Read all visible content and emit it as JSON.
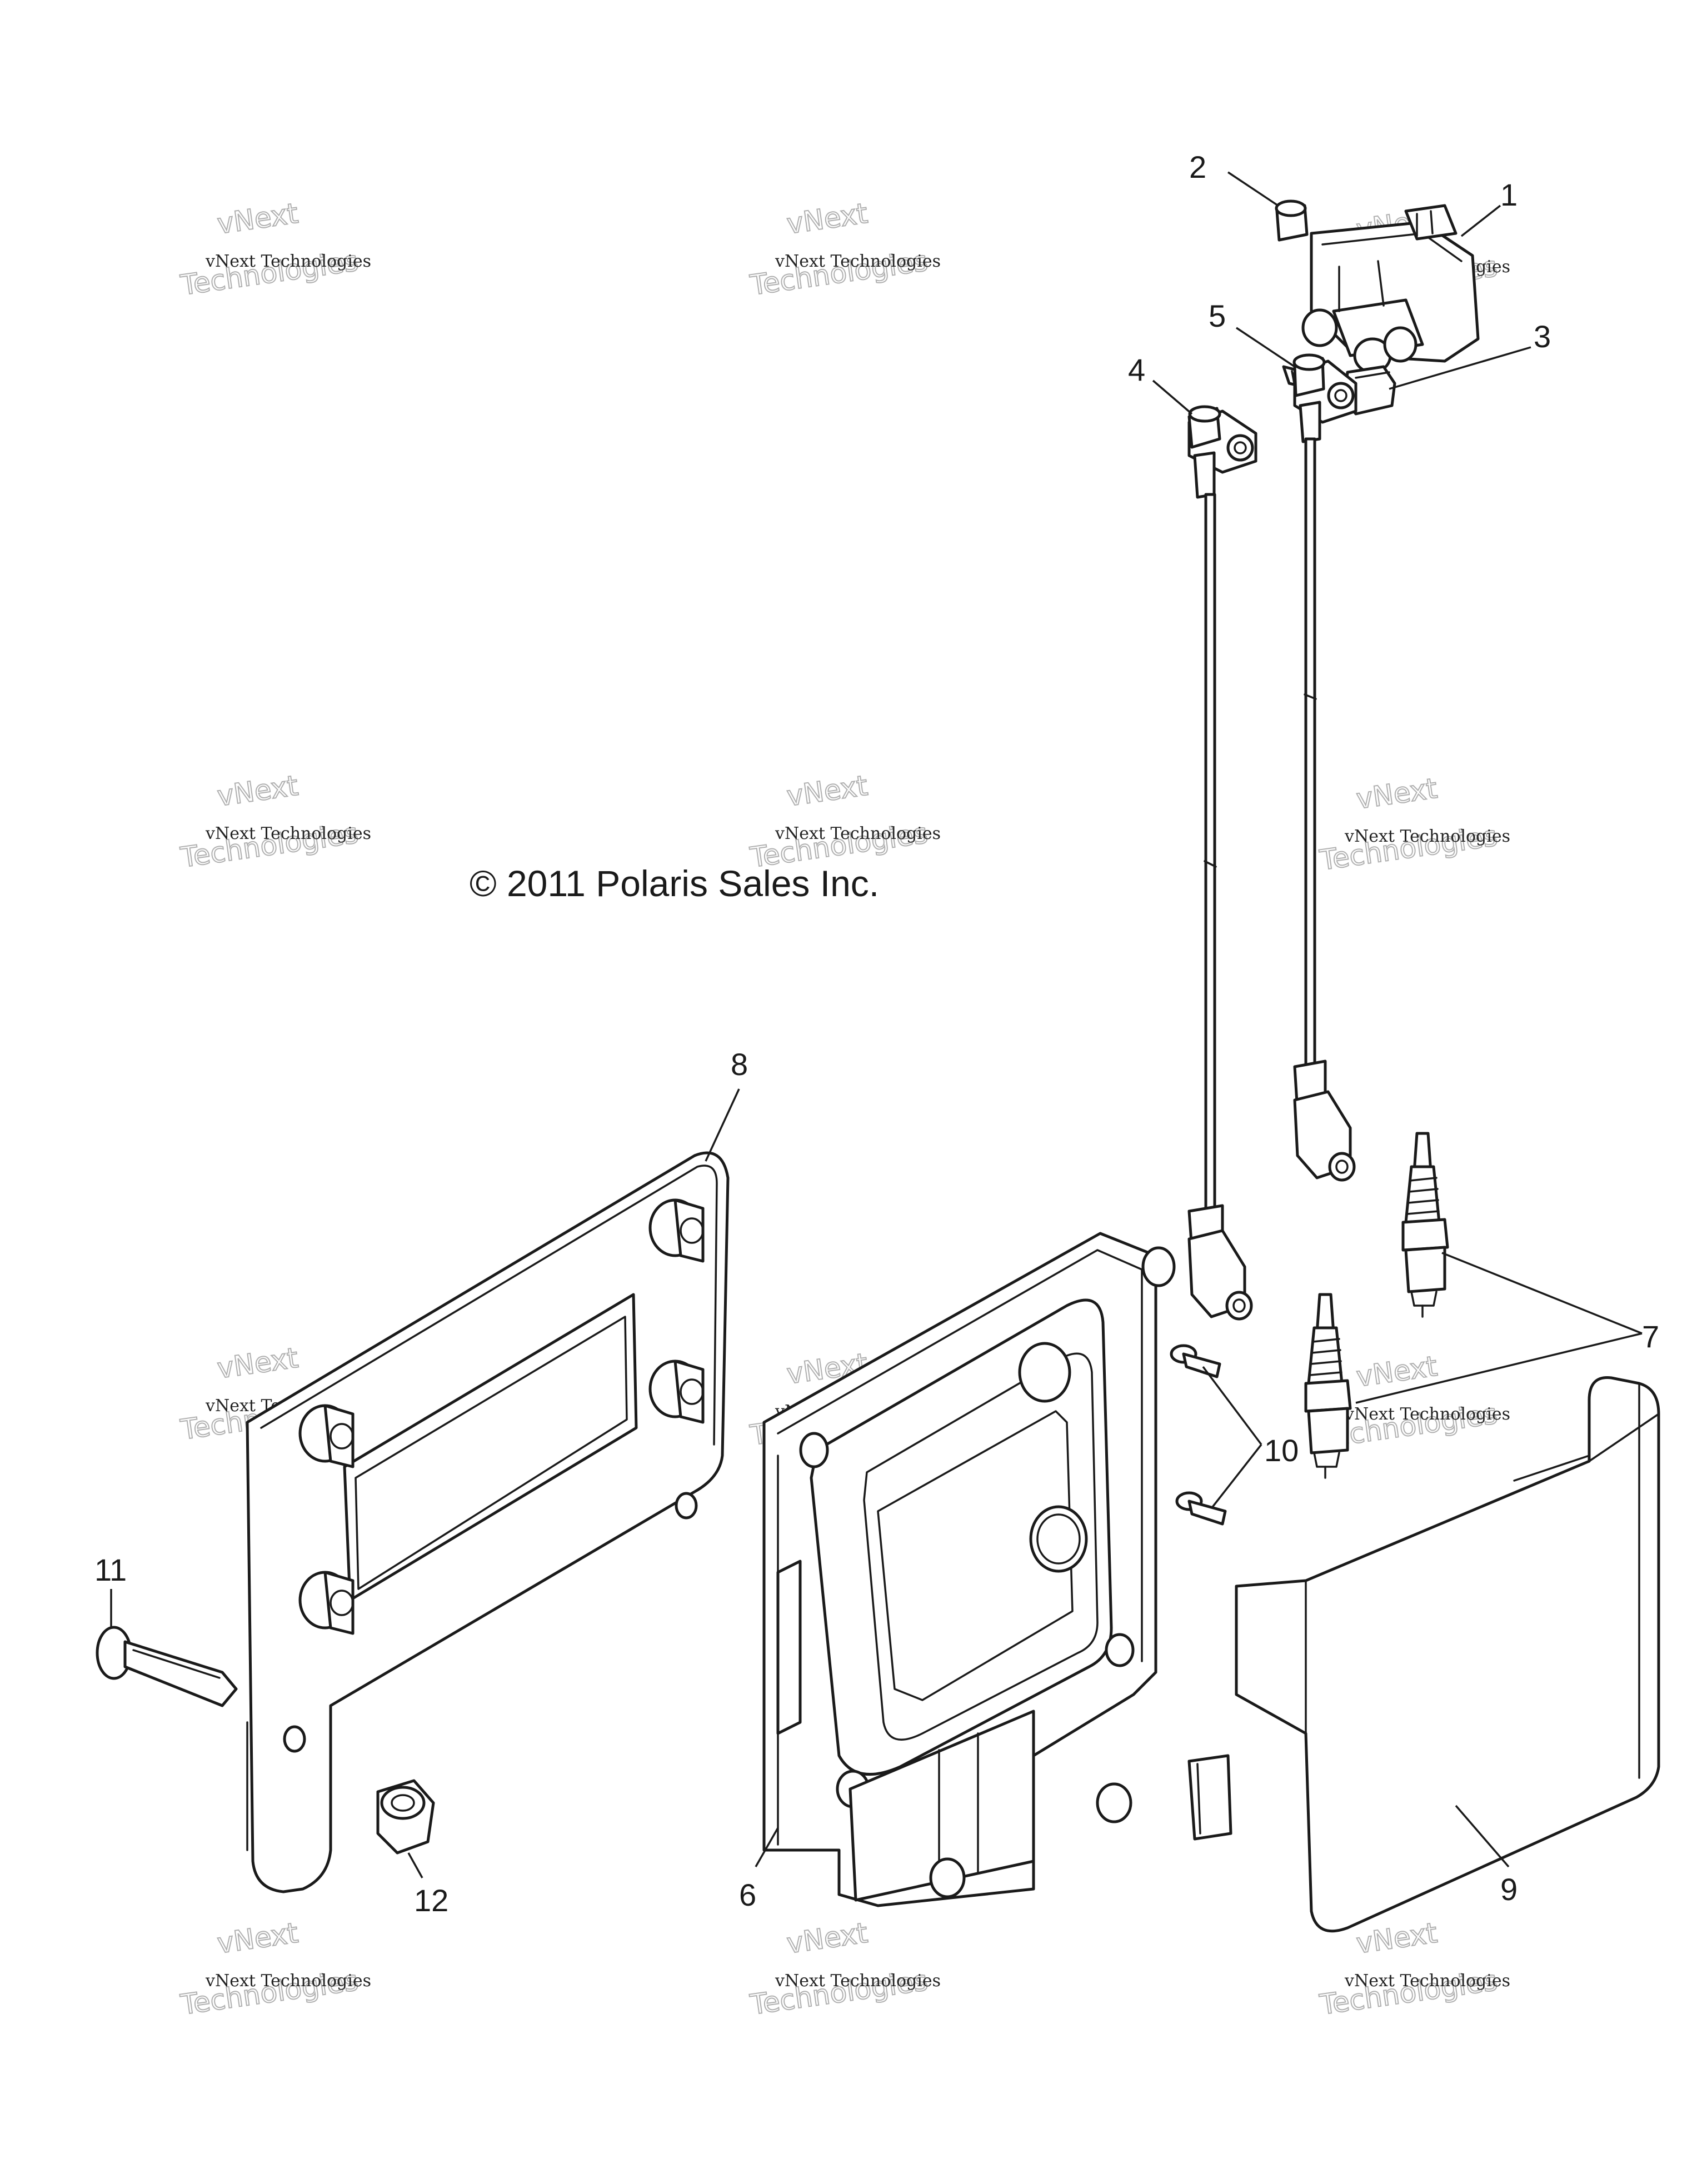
{
  "copyright": "© 2011 Polaris Sales Inc.",
  "watermark": {
    "line1": "vNext Technologies",
    "line2": "vNext",
    "line3": "Technologies"
  },
  "callouts": [
    "1",
    "2",
    "3",
    "4",
    "5",
    "6",
    "7",
    "8",
    "9",
    "10",
    "11",
    "12"
  ]
}
